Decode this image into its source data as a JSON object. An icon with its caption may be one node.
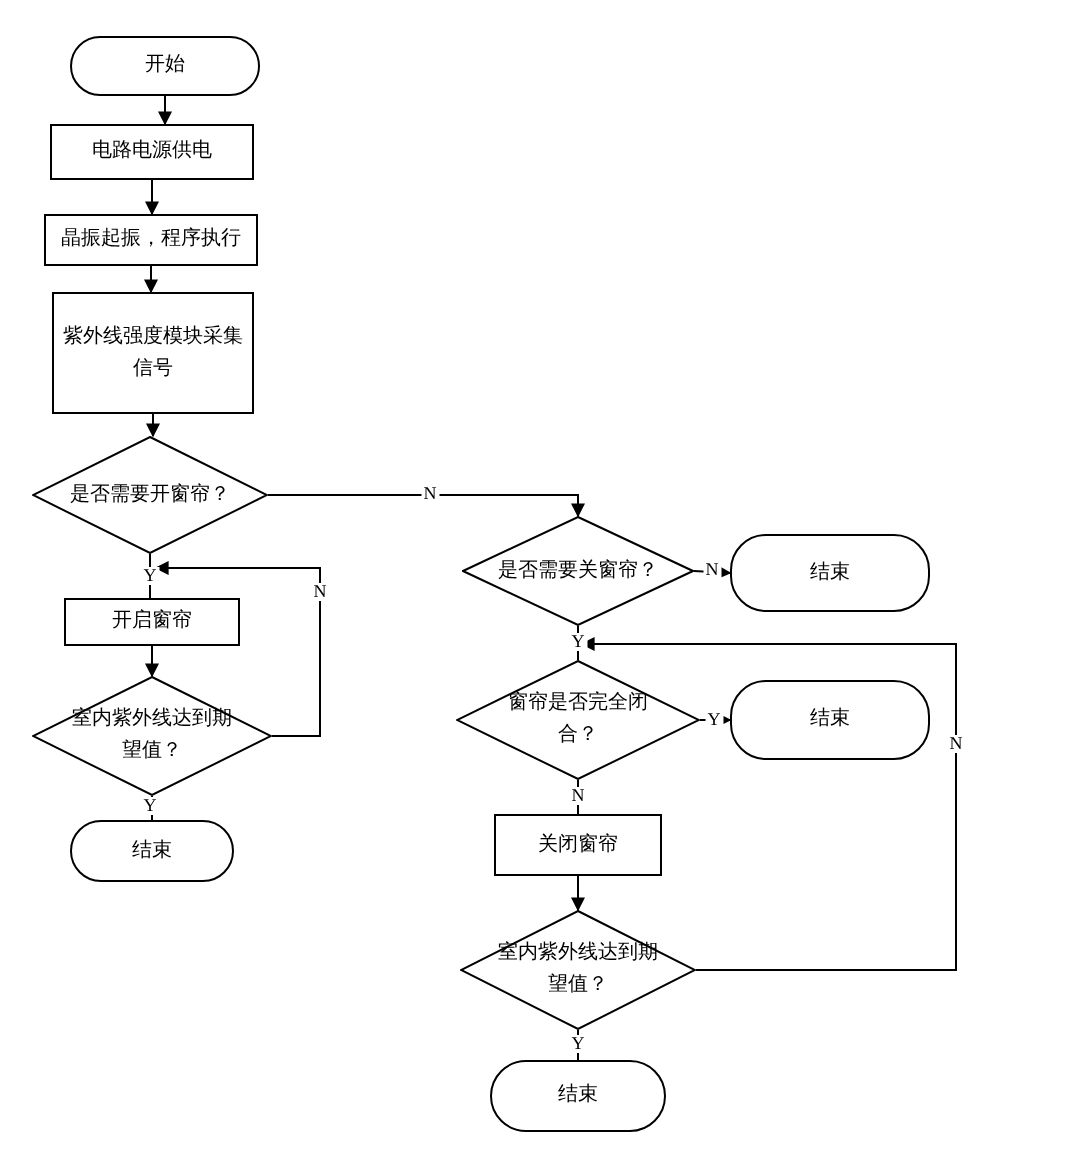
{
  "diagram": {
    "nodes": [
      {
        "text": [
          "开始"
        ]
      },
      {
        "text": [
          "电路电源供电"
        ]
      },
      {
        "text": [
          "晶振起振，程序执行"
        ]
      },
      {
        "text": [
          "紫外线强度模块采集信号"
        ]
      },
      {
        "text": [
          "是否需要开窗帘？"
        ]
      },
      {
        "text": [
          "开启窗帘"
        ]
      },
      {
        "text": [
          "室内紫外线达到期望值？"
        ]
      },
      {
        "text": [
          "结束"
        ]
      },
      {
        "text": [
          "是否需要关窗帘？"
        ]
      },
      {
        "text": [
          "结束"
        ]
      },
      {
        "text": [
          "窗帘是否完全闭合？"
        ]
      },
      {
        "text": [
          "结束"
        ]
      },
      {
        "text": [
          "关闭窗帘"
        ]
      },
      {
        "text": [
          "室内紫外线达到期望值？"
        ]
      },
      {
        "text": [
          "结束"
        ]
      }
    ],
    "edges": [
      {
        "from": 0,
        "to": 1,
        "arrow": "to"
      },
      {
        "from": 1,
        "to": 2,
        "arrow": "to"
      },
      {
        "from": 2,
        "to": 3,
        "arrow": "to"
      },
      {
        "from": 3,
        "to": 4,
        "arrow": "to"
      },
      {
        "from": 4,
        "to": 8,
        "arrow": "to",
        "label": "N"
      },
      {
        "from": 4,
        "to": 5,
        "arrow": "none",
        "label": "Y"
      },
      {
        "from": 5,
        "to": 6,
        "arrow": "to"
      },
      {
        "from": 6,
        "to": 7,
        "arrow": "none",
        "label": "Y"
      },
      {
        "from": 6,
        "to": 5,
        "arrow": "to",
        "label": "N"
      },
      {
        "from": 8,
        "to": 9,
        "arrow": "to",
        "label": "N"
      },
      {
        "from": 8,
        "to": 10,
        "arrow": "none",
        "label": "Y"
      },
      {
        "from": 10,
        "to": 11,
        "arrow": "to",
        "label": "Y"
      },
      {
        "from": 10,
        "to": 12,
        "arrow": "none",
        "label": "N"
      },
      {
        "from": 12,
        "to": 13,
        "arrow": "to"
      },
      {
        "from": 13,
        "to": 14,
        "arrow": "none",
        "label": "Y"
      },
      {
        "from": 13,
        "to": 10,
        "arrow": "to",
        "label": "N"
      }
    ]
  }
}
